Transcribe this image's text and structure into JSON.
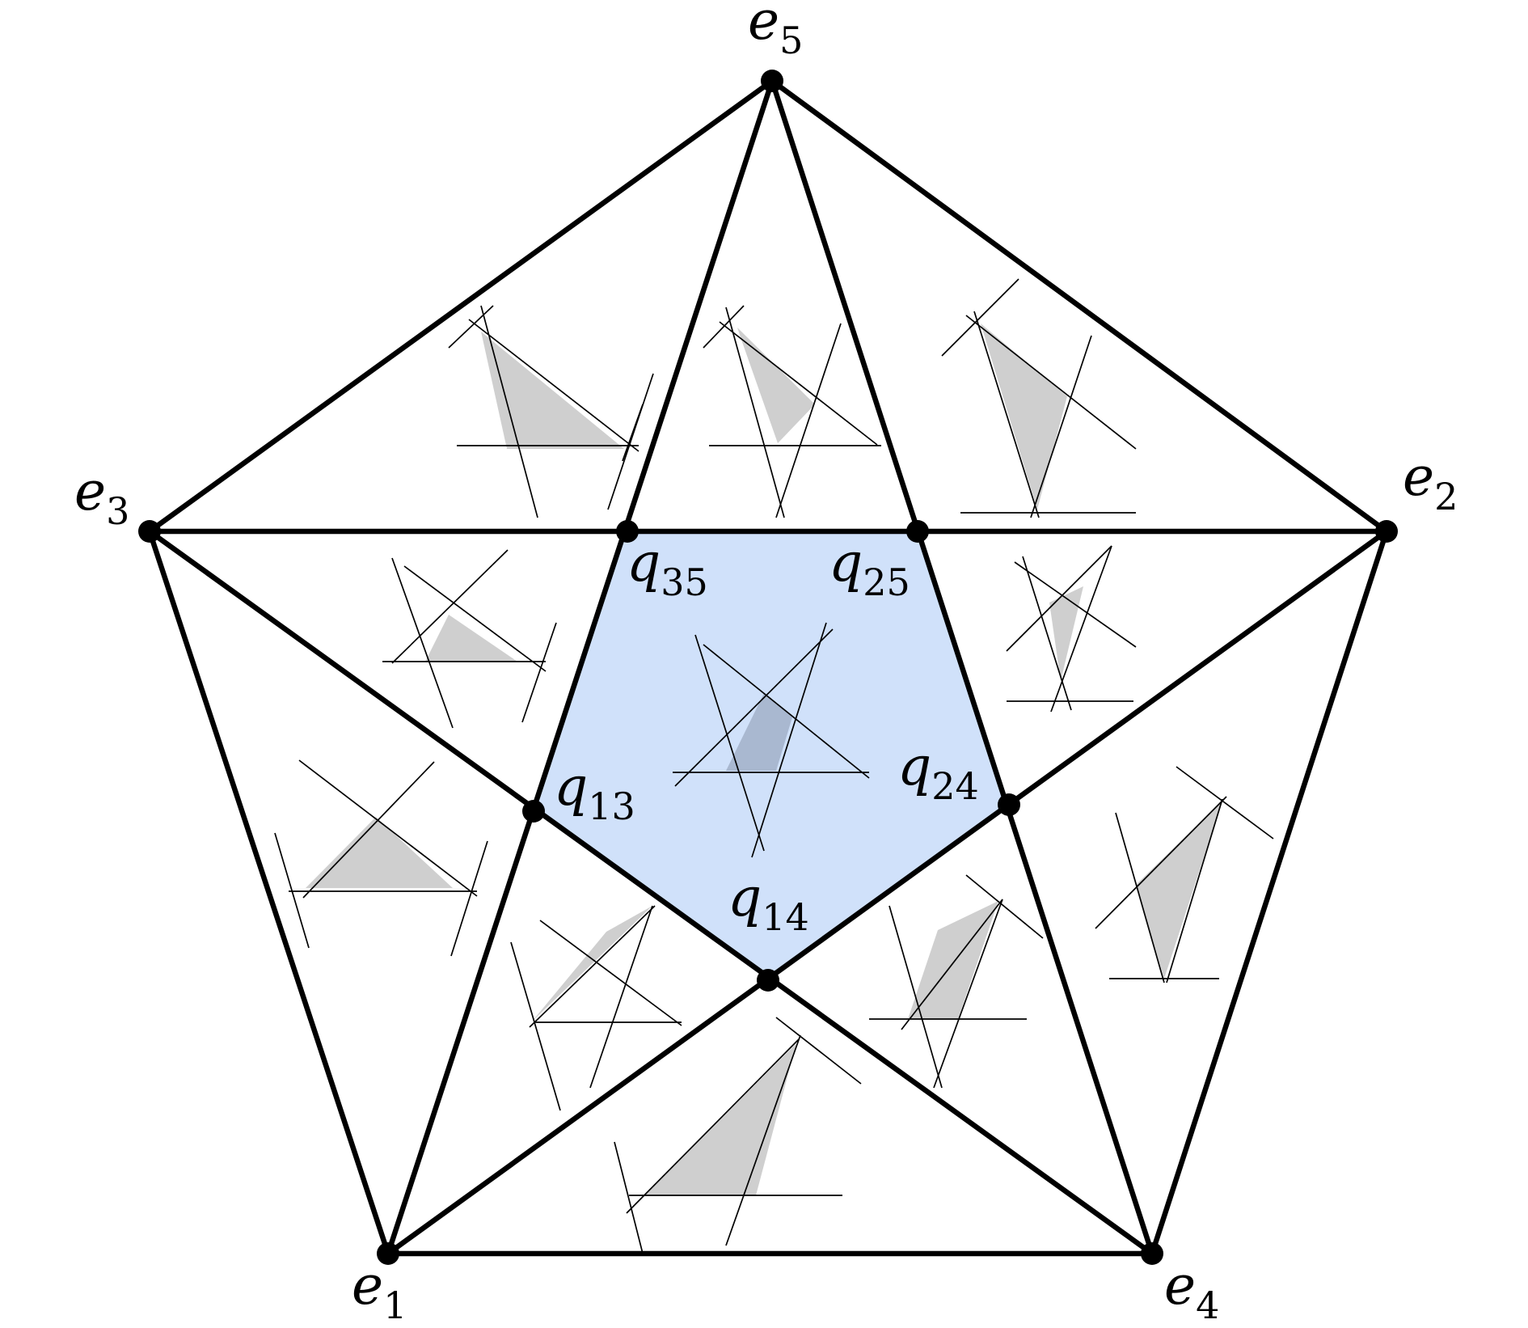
{
  "colors": {
    "inner_face": "#d0e1fa",
    "small_triangle": "#cfcfcf",
    "center_triangle": "#a9b8d0",
    "line": "#000000"
  },
  "vertices": [
    {
      "id": "e5",
      "base": "e",
      "sub": "5"
    },
    {
      "id": "e2",
      "base": "e",
      "sub": "2"
    },
    {
      "id": "e4",
      "base": "e",
      "sub": "4"
    },
    {
      "id": "e1",
      "base": "e",
      "sub": "1"
    },
    {
      "id": "e3",
      "base": "e",
      "sub": "3"
    },
    {
      "id": "q35",
      "base": "q",
      "sub": "35"
    },
    {
      "id": "q25",
      "base": "q",
      "sub": "25"
    },
    {
      "id": "q24",
      "base": "q",
      "sub": "24"
    },
    {
      "id": "q14",
      "base": "q",
      "sub": "14"
    },
    {
      "id": "q13",
      "base": "q",
      "sub": "13"
    }
  ]
}
